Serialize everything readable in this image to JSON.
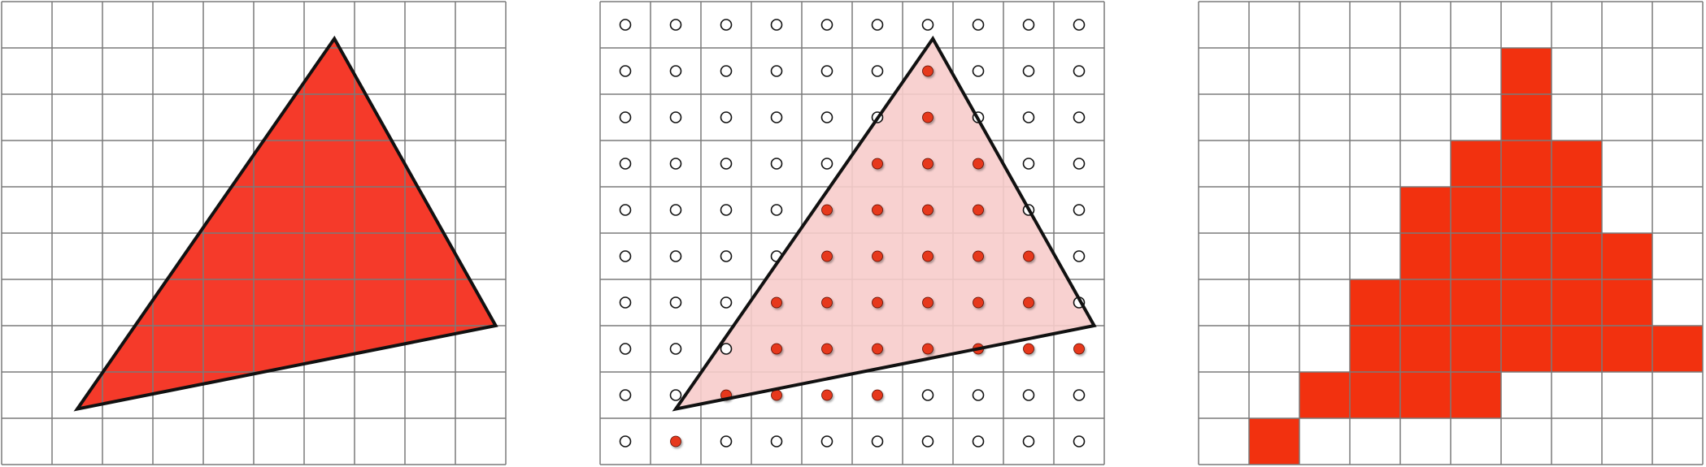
{
  "grid": {
    "cols": 10,
    "rows": 10
  },
  "colors": {
    "grid_line": "#7a7a7a",
    "fill": "#f23a2a",
    "triangle_solid": "#f53a2a",
    "triangle_light": "#f7cccb",
    "outline": "#111111",
    "sample_filled": "#e6381f",
    "sample_empty": "#111111",
    "pixel_on": "#f2310f"
  },
  "triangle": {
    "vertices": [
      [
        6.6,
        0.8
      ],
      [
        9.8,
        7.0
      ],
      [
        1.5,
        8.8
      ]
    ]
  },
  "samples": {
    "inside": [
      [
        6,
        1
      ],
      [
        6,
        2
      ],
      [
        5,
        3
      ],
      [
        6,
        3
      ],
      [
        7,
        3
      ],
      [
        4,
        4
      ],
      [
        5,
        4
      ],
      [
        6,
        4
      ],
      [
        7,
        4
      ],
      [
        4,
        5
      ],
      [
        5,
        5
      ],
      [
        6,
        5
      ],
      [
        7,
        5
      ],
      [
        8,
        5
      ],
      [
        3,
        6
      ],
      [
        4,
        6
      ],
      [
        5,
        6
      ],
      [
        6,
        6
      ],
      [
        7,
        6
      ],
      [
        8,
        6
      ],
      [
        3,
        7
      ],
      [
        4,
        7
      ],
      [
        5,
        7
      ],
      [
        6,
        7
      ],
      [
        7,
        7
      ],
      [
        8,
        7
      ],
      [
        9,
        7
      ],
      [
        2,
        8
      ],
      [
        3,
        8
      ],
      [
        4,
        8
      ],
      [
        5,
        8
      ],
      [
        1,
        9
      ]
    ]
  },
  "coverage": {
    "pixels": [
      [
        6,
        1
      ],
      [
        6,
        2
      ],
      [
        5,
        3
      ],
      [
        6,
        3
      ],
      [
        7,
        3
      ],
      [
        4,
        4
      ],
      [
        5,
        4
      ],
      [
        6,
        4
      ],
      [
        7,
        4
      ],
      [
        4,
        5
      ],
      [
        5,
        5
      ],
      [
        6,
        5
      ],
      [
        7,
        5
      ],
      [
        8,
        5
      ],
      [
        3,
        6
      ],
      [
        4,
        6
      ],
      [
        5,
        6
      ],
      [
        6,
        6
      ],
      [
        7,
        6
      ],
      [
        8,
        6
      ],
      [
        3,
        7
      ],
      [
        4,
        7
      ],
      [
        5,
        7
      ],
      [
        6,
        7
      ],
      [
        7,
        7
      ],
      [
        8,
        7
      ],
      [
        9,
        7
      ],
      [
        2,
        8
      ],
      [
        3,
        8
      ],
      [
        4,
        8
      ],
      [
        5,
        8
      ],
      [
        1,
        9
      ]
    ]
  }
}
